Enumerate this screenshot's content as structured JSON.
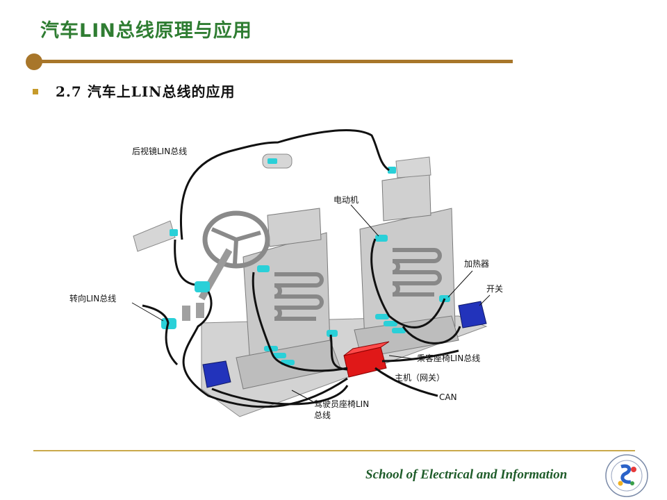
{
  "slide": {
    "title": "汽车LIN总线原理与应用",
    "subtitle": "2.7 汽车上LIN总线的应用",
    "footer": "School of Electrical and Information",
    "colors": {
      "title": "#2f7d32",
      "rule": "#a8762a",
      "footer_rule": "#c9a94a",
      "footer_text": "#1f5c2a"
    }
  },
  "diagram": {
    "labels": {
      "mirror_bus": "后视镜LIN总线",
      "motor": "电动机",
      "heater": "加热器",
      "switch": "开关",
      "steering_bus": "转向LIN总线",
      "passenger_seat_bus": "乘客座椅LIN总线",
      "host": "主机（网关）",
      "can": "CAN",
      "driver_seat_bus_line1": "驾驶员座椅LIN",
      "driver_seat_bus_line2": "总线"
    }
  },
  "logo": {
    "icon": "university-seal-icon"
  }
}
